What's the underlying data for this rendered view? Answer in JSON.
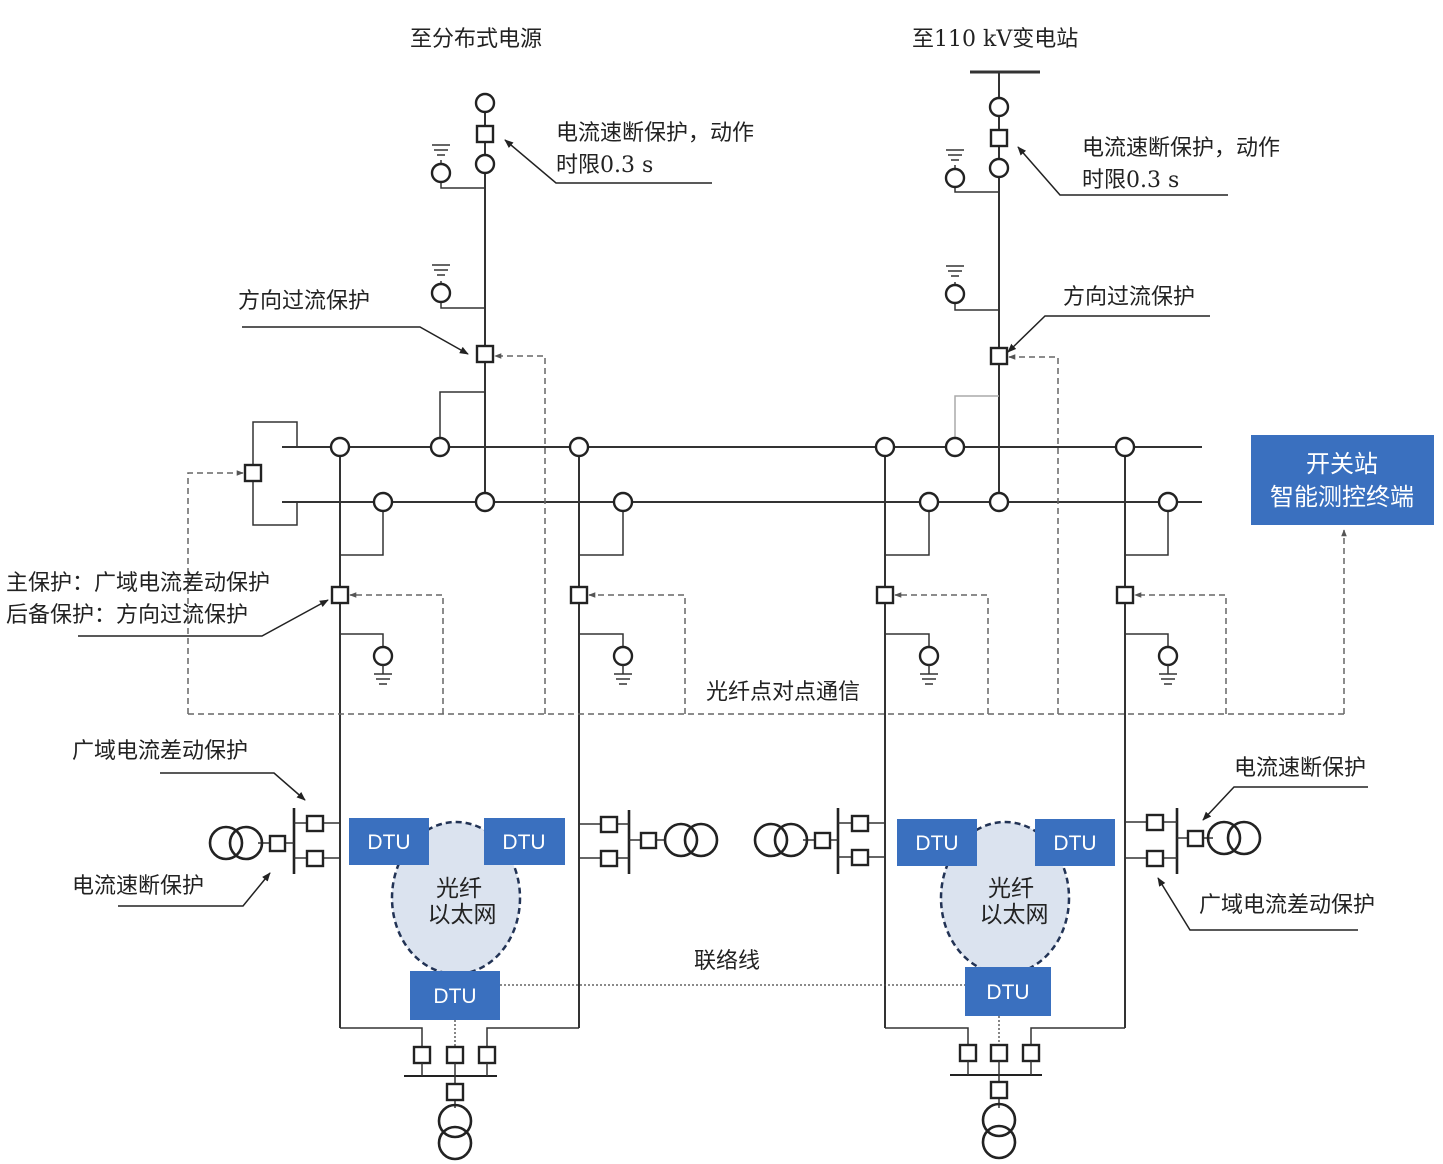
{
  "labels": {
    "top_left": "至分布式电源",
    "top_right": "至110 kV变电站",
    "quick_break_left_1": "电流速断保护，动作",
    "quick_break_left_2": "时限0.3 s",
    "quick_break_right_1": "电流速断保护，动作",
    "quick_break_right_2": "时限0.3 s",
    "dir_overcurrent_left": "方向过流保护",
    "dir_overcurrent_right": "方向过流保护",
    "main_protection": "主保护：广域电流差动保护",
    "backup_protection": "后备保护：方向过流保护",
    "fiber_p2p": "光纤点对点通信",
    "wide_area_left": "广域电流差动保护",
    "quick_break_bottom_left": "电流速断保护",
    "quick_break_bottom_right": "电流速断保护",
    "wide_area_right": "广域电流差动保护",
    "tie_line": "联络线",
    "fiber_ethernet_1": "光纤",
    "fiber_ethernet_2": "以太网",
    "terminal_1": "开关站",
    "terminal_2": "智能测控终端",
    "dtu": "DTU"
  },
  "colors": {
    "dtu_box": "#3a70bf",
    "terminal_box": "#3a70bf",
    "cloud_fill": "#dbe3ef",
    "line": "#333333"
  }
}
